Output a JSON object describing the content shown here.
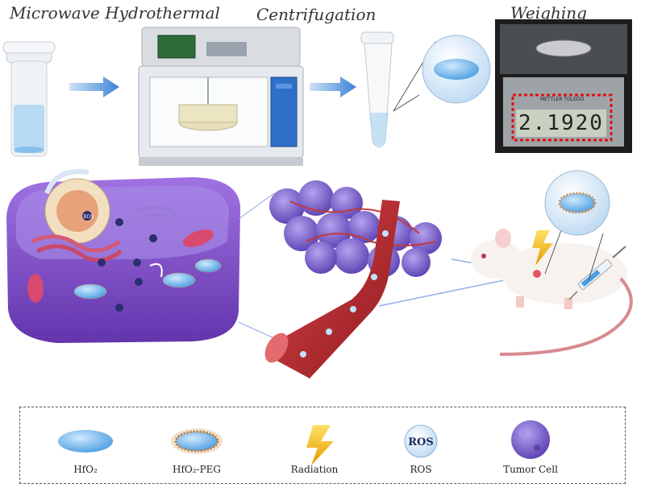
{
  "steps": {
    "microwave": "Microwave Hydrothermal",
    "centrifugation": "Centrifugation",
    "weighing": "Weighing"
  },
  "scale": {
    "brand": "METTLER TOLEDO",
    "reading": "2.1920"
  },
  "cell_labels": {
    "ros": "ROS"
  },
  "legend": [
    {
      "id": "hfo2",
      "label": "HfO₂"
    },
    {
      "id": "hfo2-peg",
      "label": "HfO₂-PEG"
    },
    {
      "id": "radiation",
      "label": "Radiation"
    },
    {
      "id": "ros",
      "label": "ROS",
      "icon_text": "ROS"
    },
    {
      "id": "tumor-cell",
      "label": "Tumor Cell"
    }
  ],
  "colors": {
    "arrow": "#4f8fd9",
    "nanoparticle": "#6fb3e8",
    "cell_purple": "#7a3fc9",
    "vessel_red": "#b8242a",
    "tumor_purple": "#7b63c8",
    "lightning": "#f2b81e"
  }
}
